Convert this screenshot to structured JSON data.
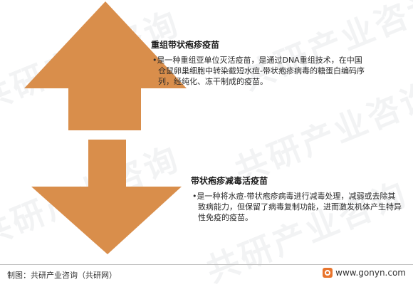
{
  "colors": {
    "arrow_fill": "#D98E4B",
    "text": "#222222",
    "watermark": "#9AA3AD",
    "logo": "#E8742C"
  },
  "diagram": {
    "top_block": {
      "heading": "重组带状疱疹疫苗",
      "bullet": "•是一种重组亚单位灭活疫苗，是通过DNA重组技术，在中国仓鼠卵巢细胞中转染截短水痘-带状疱疹病毒的糖蛋白编码序列，经纯化、冻干制成的疫苗。"
    },
    "bottom_block": {
      "heading": "带状疱疹减毒活疫苗",
      "bullet": "•是一种将水痘-带状疱疹病毒进行减毒处理，减弱或去除其致病能力，但保留了病毒复制功能，进而激发机体产生特异性免疫的疫苗。"
    },
    "arrows": [
      {
        "direction": "up",
        "icon": "up-arrow-icon"
      },
      {
        "direction": "down",
        "icon": "down-arrow-icon"
      }
    ]
  },
  "watermark": "共研产业咨询",
  "footer": {
    "source": "制图：共研产业咨询（共研网）",
    "website": "www.gonyn.com"
  }
}
